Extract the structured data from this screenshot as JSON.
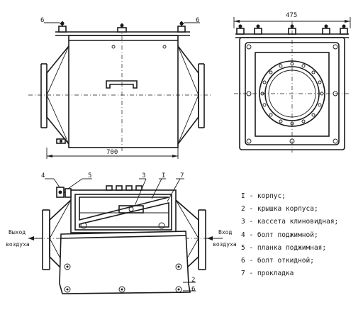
{
  "callouts": {
    "top_left_6": "6",
    "top_right_6": "6",
    "bottom_4": "4",
    "bottom_5": "5",
    "bottom_3": "3",
    "bottom_1": "I",
    "bottom_7": "7",
    "bottom_2": "2",
    "bottom_6": "6"
  },
  "dimensions": {
    "width_side": "475",
    "length_front": "700"
  },
  "flow": {
    "outlet_line1": "Выход",
    "outlet_line2": "воздуха",
    "inlet_line1": "Вход",
    "inlet_line2": "воздуха"
  },
  "legend": [
    "I - корпус;",
    "2 - крышка корпуса;",
    "3 - кассета клиновидная;",
    "4 - болт поджимной;",
    "5 - планка поджимная;",
    "6 - болт откидной;",
    "7 - прокладка"
  ]
}
